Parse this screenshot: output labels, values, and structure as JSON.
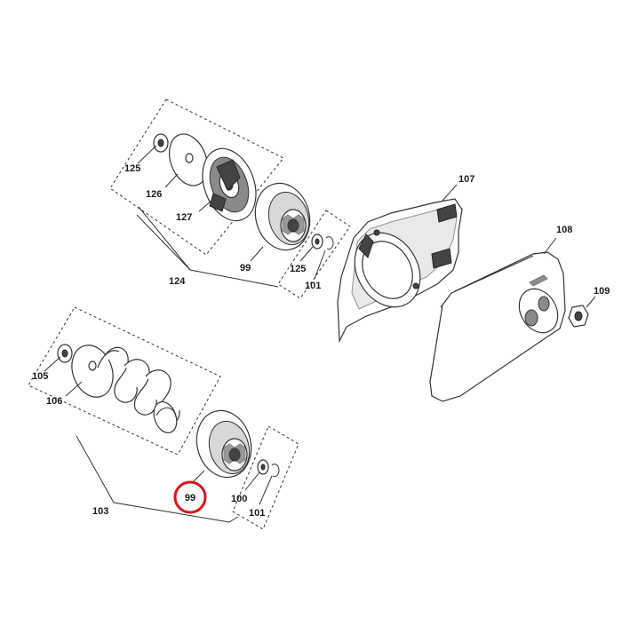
{
  "diagram": {
    "labels": {
      "l125a": "125",
      "l126": "126",
      "l127": "127",
      "l99a": "99",
      "l124": "124",
      "l125b": "125",
      "l101a": "101",
      "l107": "107",
      "l108": "108",
      "l109": "109",
      "l105": "105",
      "l106": "106",
      "l99b": "99",
      "l100": "100",
      "l101b": "101",
      "l103": "103"
    },
    "highlight": {
      "label": "99",
      "color": "#d9151b"
    }
  }
}
